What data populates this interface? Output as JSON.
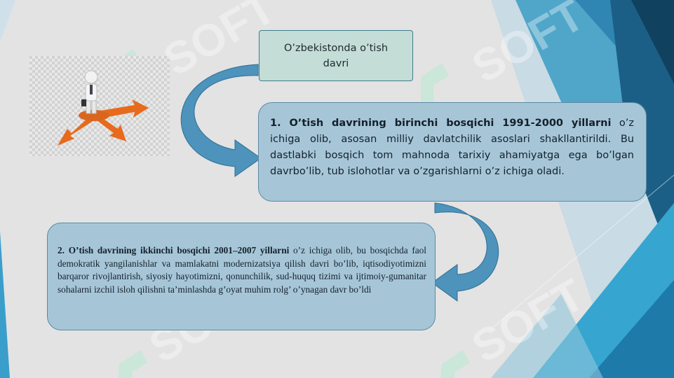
{
  "slide": {
    "title": "O’zbekistonda o’tish davri",
    "stage1": {
      "heading": "1. O’tish davrining birinchi bosqichi 1991-2000 yillarni",
      "body": " o’z ichiga olib, asosan milliy davlatchilik asoslari shakllantirildi. Bu dastlabki bosqich tom mahnoda tarixiy ahamiyatga ega bo’lgan davrbo’lib, tub islohotlar va o’zgarishlarni o’z ichiga oladi."
    },
    "stage2": {
      "heading": "2. O’tish davrining ikkinchi bosqichi 2001–2007 yillarni",
      "body": " o’z ichiga olib, bu bosqichda faol demokratik yangilanishlar va mamlakatni modernizatsiya qilish davri bo’lib, iqtisodiyotimizni barqaror rivojlantirish, siyosiy hayotimizni, qonunchilik, sud-huquq tizimi va ijtimoiy-gumanitar sohalarni izchil isloh qilishni ta’minlashda g’oyat muhim rolg’ o’ynagan davr bo’ldi"
    }
  },
  "colors": {
    "background": "#e3e3e3",
    "box_fill": "#a6c6d8",
    "box_border": "#5a8aa4",
    "title_fill": "#c4ddd6",
    "arrow": "#4d93bb",
    "accent_dark": "#1c5f86",
    "accent_light": "#36a5d0"
  },
  "icons": {
    "illustration": "businessman-direction-arrows-icon",
    "watermark": "brand-watermark"
  }
}
